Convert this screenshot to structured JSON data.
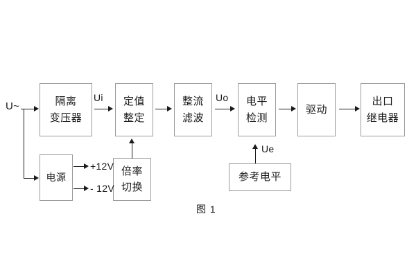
{
  "figure": {
    "caption": "图 1",
    "input_label": "U~"
  },
  "blocks": [
    {
      "id": "isolation-transformer",
      "lines": [
        "隔离",
        "变压器"
      ]
    },
    {
      "id": "setting-value",
      "lines": [
        "定值",
        "整定"
      ]
    },
    {
      "id": "rectify-filter",
      "lines": [
        "整流",
        "滤波"
      ]
    },
    {
      "id": "level-detection",
      "lines": [
        "电平",
        "检测"
      ]
    },
    {
      "id": "drive",
      "lines": [
        "驱动"
      ]
    },
    {
      "id": "output-relay",
      "lines": [
        "出口",
        "继电器"
      ]
    },
    {
      "id": "power-supply",
      "lines": [
        "电源"
      ]
    },
    {
      "id": "multiplier-switch",
      "lines": [
        "倍率",
        "切换"
      ]
    },
    {
      "id": "reference-level",
      "lines": [
        "参考电平"
      ]
    }
  ],
  "signals": {
    "ui": "Ui",
    "uo": "Uo",
    "ue": "Ue",
    "rail_positive": "+12V",
    "rail_negative": "- 12V"
  },
  "colors": {
    "box_border": "#9a9a9a",
    "line": "#1a1a1a",
    "text": "#1a1a1a",
    "background": "#ffffff"
  }
}
